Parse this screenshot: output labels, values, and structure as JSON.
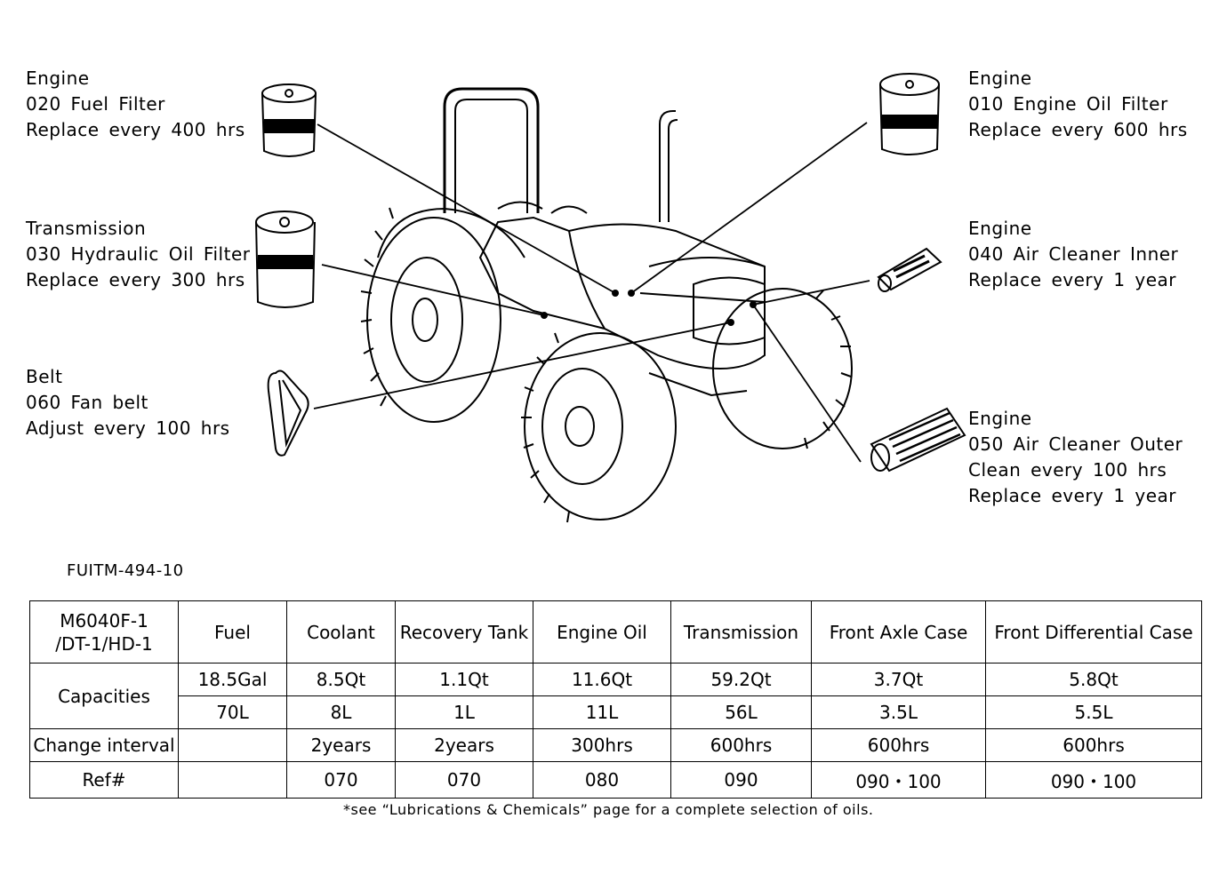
{
  "callouts": {
    "fuel_filter": [
      "Engine",
      "020  Fuel  Filter",
      "Replace  every  400  hrs"
    ],
    "hydraulic_filter": [
      "Transmission",
      "030  Hydraulic  Oil  Filter",
      "Replace  every  300  hrs"
    ],
    "fan_belt": [
      "Belt",
      "060  Fan  belt",
      "Adjust  every  100  hrs"
    ],
    "oil_filter": [
      "Engine",
      "010  Engine  Oil  Filter",
      "Replace  every  600  hrs"
    ],
    "air_inner": [
      "Engine",
      "040  Air  Cleaner  Inner",
      "Replace  every  1  year"
    ],
    "air_outer": [
      "Engine",
      "050  Air  Cleaner  Outer",
      "Clean  every  100  hrs",
      "Replace  every  1  year"
    ]
  },
  "doc_code": "FUITM-494-10",
  "table": {
    "model": [
      "M6040F-1",
      "/DT-1/HD-1"
    ],
    "headers": [
      "Fuel",
      "Coolant",
      "Recovery  Tank",
      "Engine  Oil",
      "Transmission",
      "Front  Axle  Case",
      "Front  Differential  Case"
    ],
    "capacities_label": "Capacities",
    "capacities_us": [
      "18.5Gal",
      "8.5Qt",
      "1.1Qt",
      "11.6Qt",
      "59.2Qt",
      "3.7Qt",
      "5.8Qt"
    ],
    "capacities_metric": [
      "70L",
      "8L",
      "1L",
      "11L",
      "56L",
      "3.5L",
      "5.5L"
    ],
    "change_label": "Change  interval",
    "change": [
      "",
      "2years",
      "2years",
      "300hrs",
      "600hrs",
      "600hrs",
      "600hrs"
    ],
    "ref_label": "Ref#",
    "ref": [
      "",
      "070",
      "070",
      "080",
      "090",
      "090・100",
      "090・100"
    ]
  },
  "footnote": "*see “Lubrications & Chemicals” page for a complete selection of oils."
}
